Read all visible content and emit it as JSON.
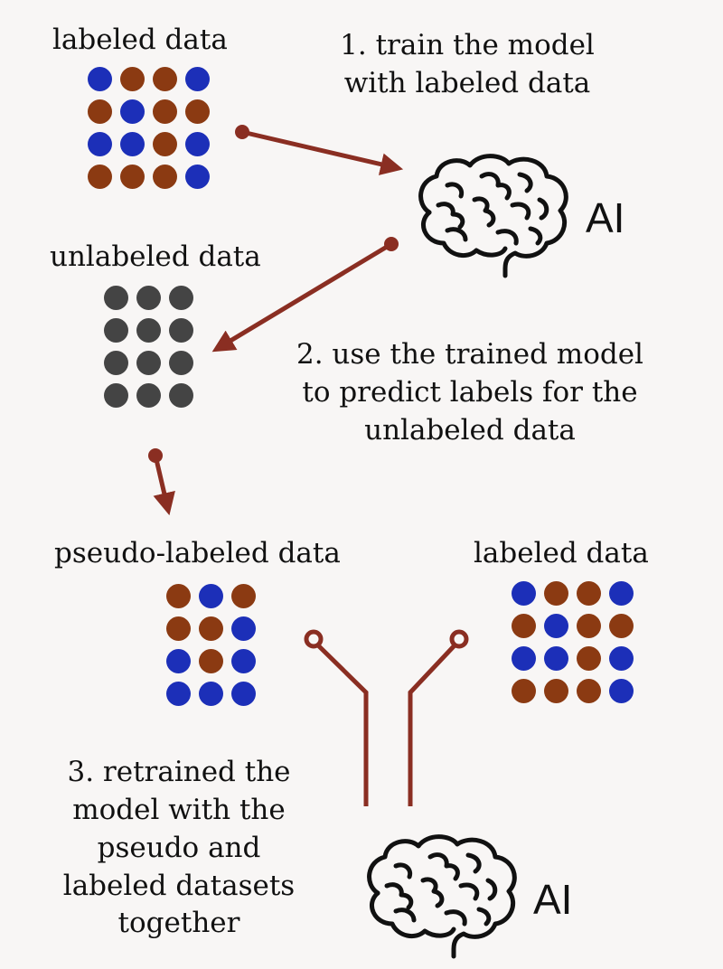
{
  "colors": {
    "blue": "#1c2fb8",
    "brown": "#8b3a12",
    "gray": "#444444",
    "arrow": "#8a2e22",
    "background": "#f8f6f5"
  },
  "labels": {
    "labeled_top": "labeled data",
    "unlabeled": "unlabeled data",
    "pseudo_labeled": "pseudo-labeled data",
    "labeled_right": "labeled data"
  },
  "steps": {
    "step1": [
      "1. train the model",
      "with labeled data"
    ],
    "step2": [
      "2. use the trained model",
      "to predict labels for the",
      "unlabeled data"
    ],
    "step3": [
      "3. retrained the",
      "model with the",
      "pseudo and",
      "labeled datasets",
      "together"
    ]
  },
  "ai": {
    "top": "AI",
    "bottom": "AI",
    "icon": "brain-icon"
  },
  "grids": {
    "labeled_top": [
      [
        "blue",
        "brown",
        "brown",
        "blue"
      ],
      [
        "brown",
        "blue",
        "brown",
        "brown"
      ],
      [
        "blue",
        "blue",
        "brown",
        "blue"
      ],
      [
        "brown",
        "brown",
        "brown",
        "blue"
      ]
    ],
    "unlabeled": [
      [
        "gray",
        "gray",
        "gray"
      ],
      [
        "gray",
        "gray",
        "gray"
      ],
      [
        "gray",
        "gray",
        "gray"
      ],
      [
        "gray",
        "gray",
        "gray"
      ]
    ],
    "pseudo_labeled": [
      [
        "brown",
        "blue",
        "brown"
      ],
      [
        "brown",
        "brown",
        "blue"
      ],
      [
        "blue",
        "brown",
        "blue"
      ],
      [
        "blue",
        "blue",
        "blue"
      ]
    ],
    "labeled_right": [
      [
        "blue",
        "brown",
        "brown",
        "blue"
      ],
      [
        "brown",
        "blue",
        "brown",
        "brown"
      ],
      [
        "blue",
        "blue",
        "brown",
        "blue"
      ],
      [
        "brown",
        "brown",
        "brown",
        "blue"
      ]
    ]
  }
}
